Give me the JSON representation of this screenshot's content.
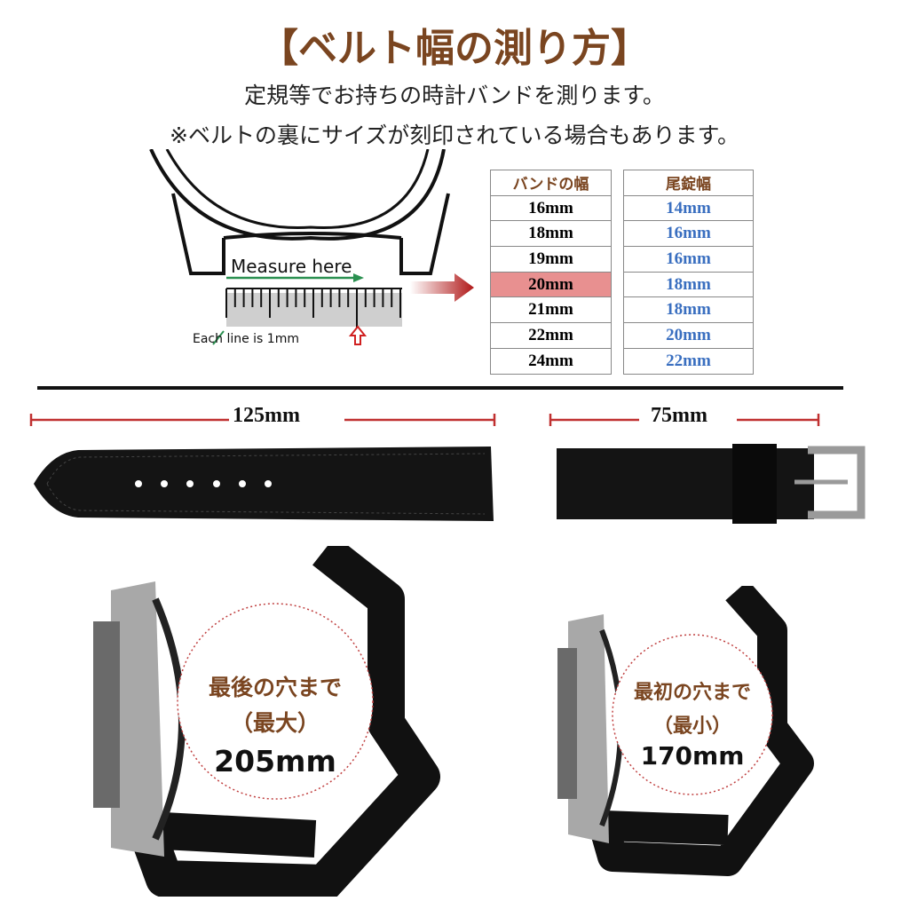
{
  "title": "【ベルト幅の測り方】",
  "subtitle1": "定規等でお持ちの時計バンドを測ります。",
  "subtitle2": "※ベルトの裏にサイズが刻印されている場合もあります。",
  "diagram": {
    "measure_label": "Measure here",
    "line_label": "Each line is 1mm"
  },
  "table": {
    "band_header": "バンドの幅",
    "buckle_header": "尾錠幅",
    "rows": [
      {
        "band": "16mm",
        "buckle": "14mm"
      },
      {
        "band": "18mm",
        "buckle": "16mm"
      },
      {
        "band": "19mm",
        "buckle": "16mm"
      },
      {
        "band": "20mm",
        "buckle": "18mm"
      },
      {
        "band": "21mm",
        "buckle": "18mm"
      },
      {
        "band": "22mm",
        "buckle": "20mm"
      },
      {
        "band": "24mm",
        "buckle": "22mm"
      }
    ],
    "highlight_color": "#e89090"
  },
  "strap": {
    "long_length": "125mm",
    "short_length": "75mm"
  },
  "wrist": {
    "max": {
      "line1": "最後の穴まで",
      "line2": "（最大）",
      "value": "205mm"
    },
    "min": {
      "line1": "最初の穴まで",
      "line2": "（最小）",
      "value": "170mm"
    }
  }
}
